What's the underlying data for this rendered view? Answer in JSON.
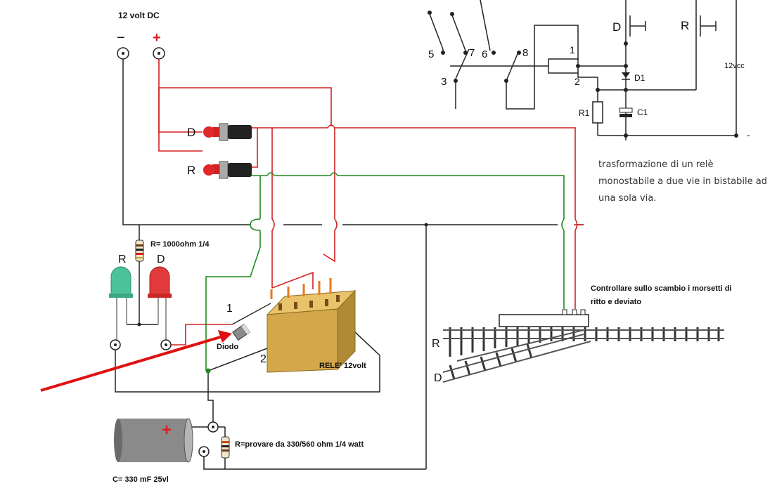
{
  "diagram": {
    "power_title": "12 volt DC",
    "minus_sign": "−",
    "plus_sign": "+",
    "button_d": "D",
    "button_r": "R",
    "resistor_led_label": "R= 1000ohm 1/4",
    "led_r_label": "R",
    "led_d_label": "D",
    "pin1_label": "1",
    "pin2_label": "2",
    "diode_label": "Diodo",
    "relay_label": "RELE' 12volt",
    "track_r_label": "R",
    "track_d_label": "D",
    "switch_note_line1": "Controllare sullo scambio i morsetti di",
    "switch_note_line2": "ritto e deviato",
    "cap_plus": "+",
    "cap_label": "C=  330 mF 25vl",
    "resistor_cap_label": "R=provare da 330/560 ohm 1/4 watt",
    "description_line1": "trasformazione di un relè",
    "description_line2": "monostabile a due vie in bistabile ad",
    "description_line3": "una sola via.",
    "schematic": {
      "contact_5": "5",
      "contact_7": "7",
      "contact_6": "6",
      "contact_8": "8",
      "contact_3": "3",
      "coil_1": "1",
      "coil_2": "2",
      "push_d": "D",
      "push_r": "R",
      "d1": "D1",
      "r1": "R1",
      "c1": "C1",
      "supply": "12vcc",
      "minus": "-"
    },
    "colors": {
      "red_wire": "#d42020",
      "green_wire": "#1e8a1e",
      "black_wire": "#222222",
      "relay_body": "#d4a84a",
      "capacitor": "#8a8a8a",
      "arrow": "#e01010"
    }
  }
}
